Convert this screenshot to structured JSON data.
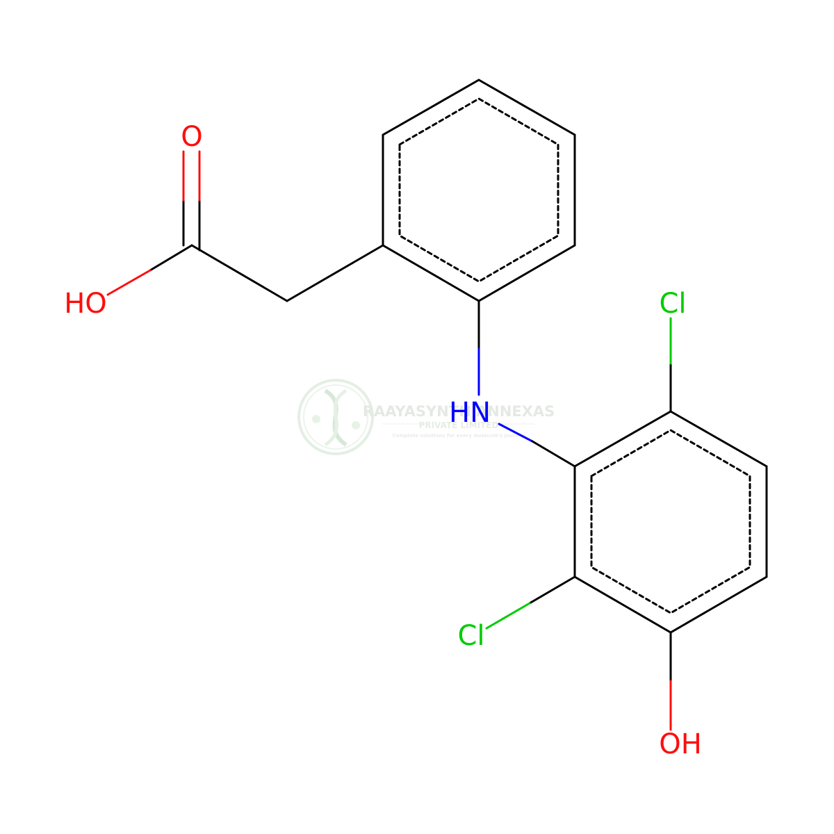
{
  "structure": {
    "colors": {
      "carbon_bond": "#000000",
      "oxygen": "#ff0d0d",
      "nitrogen": "#0000ff",
      "chlorine": "#00cc00",
      "watermark": "#c8e0c8"
    },
    "atom_labels": {
      "carbonyl_oxygen": "O",
      "hydroxyl_acid": "HO",
      "amine": "HN",
      "chlorine_top": "Cl",
      "chlorine_bottom": "Cl",
      "phenol_oxygen": "OH"
    }
  },
  "watermark": {
    "company": "RAAYASYNTH ANNEXAS",
    "subtitle": "PRIVATE LIMITED",
    "tagline": "Complete solutions for every molecule's journey",
    "logo_icon": "dna-helix-icon"
  }
}
